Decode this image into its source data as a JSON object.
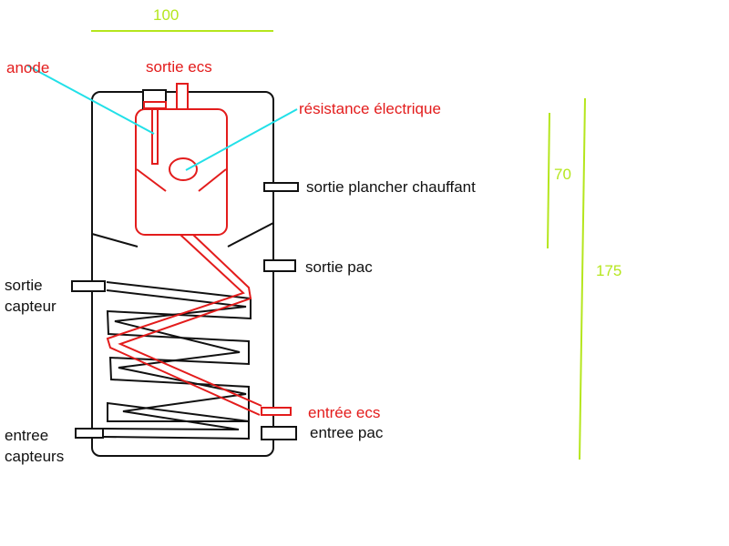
{
  "colors": {
    "red": "#e31c1c",
    "black": "#111111",
    "cyan": "#22e0e8",
    "lime": "#b5e61d"
  },
  "dimensions": {
    "width_label": "100",
    "upper_height_label": "70",
    "total_height_label": "175"
  },
  "labels": {
    "anode": "anode",
    "sortie_ecs": "sortie ecs",
    "resistance": "résistance électrique",
    "sortie_plancher": "sortie plancher chauffant",
    "sortie_pac": "sortie pac",
    "sortie_capteur_line1": "sortie",
    "sortie_capteur_line2": "capteur",
    "entree_ecs": "entrée ecs",
    "entree_pac": "entree pac",
    "entree_capteurs_line1": "entree",
    "entree_capteurs_line2": "capteurs"
  }
}
